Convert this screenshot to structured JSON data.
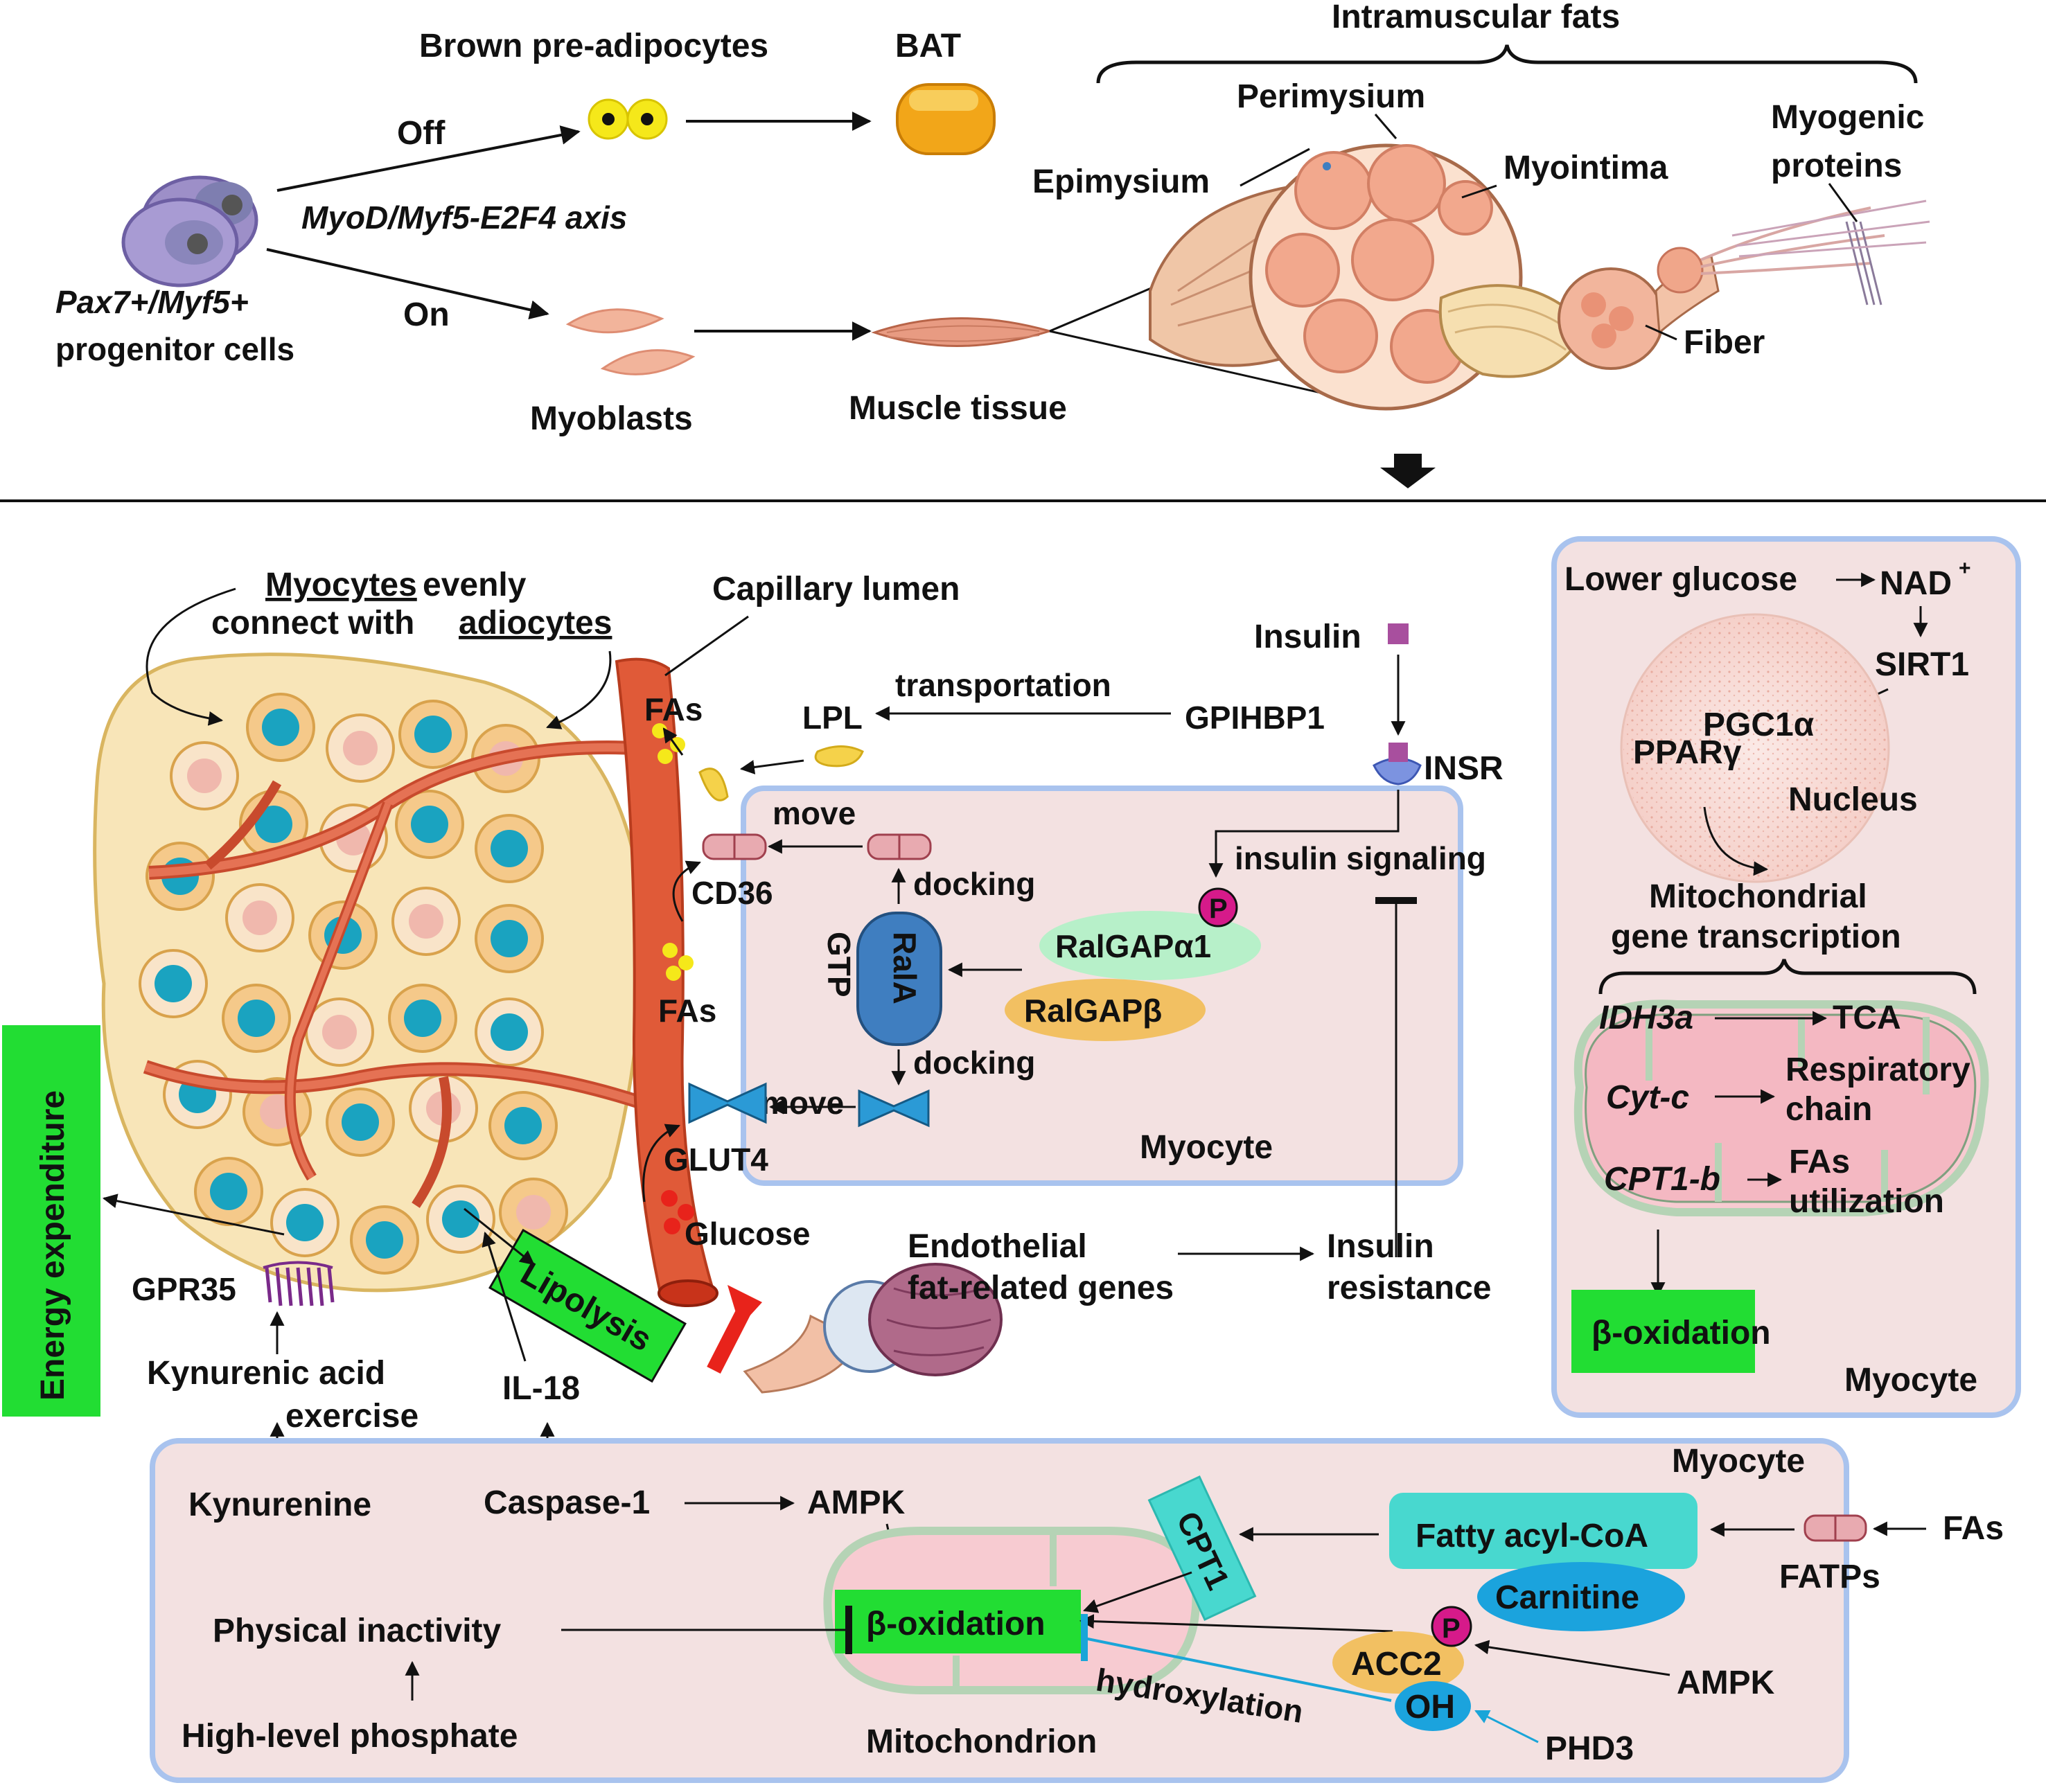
{
  "top": {
    "brown_pre": "Brown pre-adipocytes",
    "bat": "BAT",
    "intramuscular": "Intramuscular fats",
    "perimysium": "Perimysium",
    "myogenic_1": "Myogenic",
    "myogenic_2": "proteins",
    "off": "Off",
    "epimysium": "Epimysium",
    "myointima": "Myointima",
    "axis": "MyoD/Myf5-E2F4 axis",
    "pax7": "Pax7+/Myf5+",
    "progenitor": "progenitor cells",
    "on": "On",
    "fiber": "Fiber",
    "myoblasts": "Myoblasts",
    "muscle_tissue": "Muscle tissue"
  },
  "left": {
    "myocytes_l1_a": "Myocytes",
    "myocytes_l1_b": " evenly",
    "myocytes_l2_a": "connect with ",
    "myocytes_l2_b": "adiocytes",
    "capillary": "Capillary lumen",
    "fas_top": "FAs",
    "fas_mid": "FAs",
    "lpl": "LPL",
    "transportation": "transportation",
    "gpihbp1": "GPIHBP1",
    "insulin": "Insulin",
    "insr": "INSR",
    "move_top": "move",
    "move_bottom": "move",
    "cd36": "CD36",
    "docking_top": "docking",
    "docking_bottom": "docking",
    "gtp": "GTP",
    "rala": "RalA",
    "insulin_signaling": "insulin signaling",
    "p_badge": "P",
    "ralgap_a1": "RalGAPα1",
    "ralgap_b": "RalGAPβ",
    "glut4": "GLUT4",
    "glucose": "Glucose",
    "myocyte_mid": "Myocyte",
    "energy": "Energy expenditure",
    "gpr35": "GPR35",
    "lipolysis": "Lipolysis",
    "kynurenic": "Kynurenic acid",
    "exercise": "exercise",
    "il18": "IL-18",
    "endo_1": "Endothelial",
    "endo_2": "fat-related genes",
    "ins_res_1": "Insulin",
    "ins_res_2": "resistance"
  },
  "right": {
    "lower_glucose": "Lower glucose",
    "nad": "NAD",
    "nad_sup": "+",
    "sirt1": "SIRT1",
    "pgc1a": "PGC1α",
    "ppar": "PPARγ",
    "nucleus": "Nucleus",
    "mito_1": "Mitochondrial",
    "mito_2": "gene transcription",
    "idh3a": "IDH3a",
    "tca": "TCA",
    "cytc": "Cyt-c",
    "resp_1": "Respiratory",
    "resp_2": "chain",
    "cpt1b": "CPT1-b",
    "fas_util_1": "FAs",
    "fas_util_2": "utilization",
    "beta_ox": "β-oxidation",
    "myocyte": "Myocyte"
  },
  "bottom": {
    "myocyte": "Myocyte",
    "kynurenine": "Kynurenine",
    "caspase": "Caspase-1",
    "ampk_top": "AMPK",
    "cpt1": "CPT1",
    "fatty_acyl": "Fatty acyl-CoA",
    "fatps": "FATPs",
    "fas": "FAs",
    "carnitine": "Carnitine",
    "physical": "Physical inactivity",
    "beta_ox": "β-oxidation",
    "p_badge": "P",
    "acc2": "ACC2",
    "ampk_right": "AMPK",
    "hydroxylation": "hydroxylation",
    "oh": "OH",
    "high_phosphate": "High-level phosphate",
    "mitochondrion": "Mitochondrion",
    "phd3": "PHD3"
  },
  "colors": {
    "panel_fill": "#f3e1e1",
    "panel_stroke": "#a9c3ee",
    "green": "#22dd33",
    "vessel": "#e05a38",
    "teal": "#48d8cf",
    "carnitine": "#1ba3dd",
    "acc2": "#f2c062",
    "ralgap_a1": "#b7f0c9",
    "ralgap_b": "#f2c062",
    "rala": "#3f7ec0",
    "p_badge": "#d61a8a",
    "inhibit_blue": "#1aa5d8"
  }
}
